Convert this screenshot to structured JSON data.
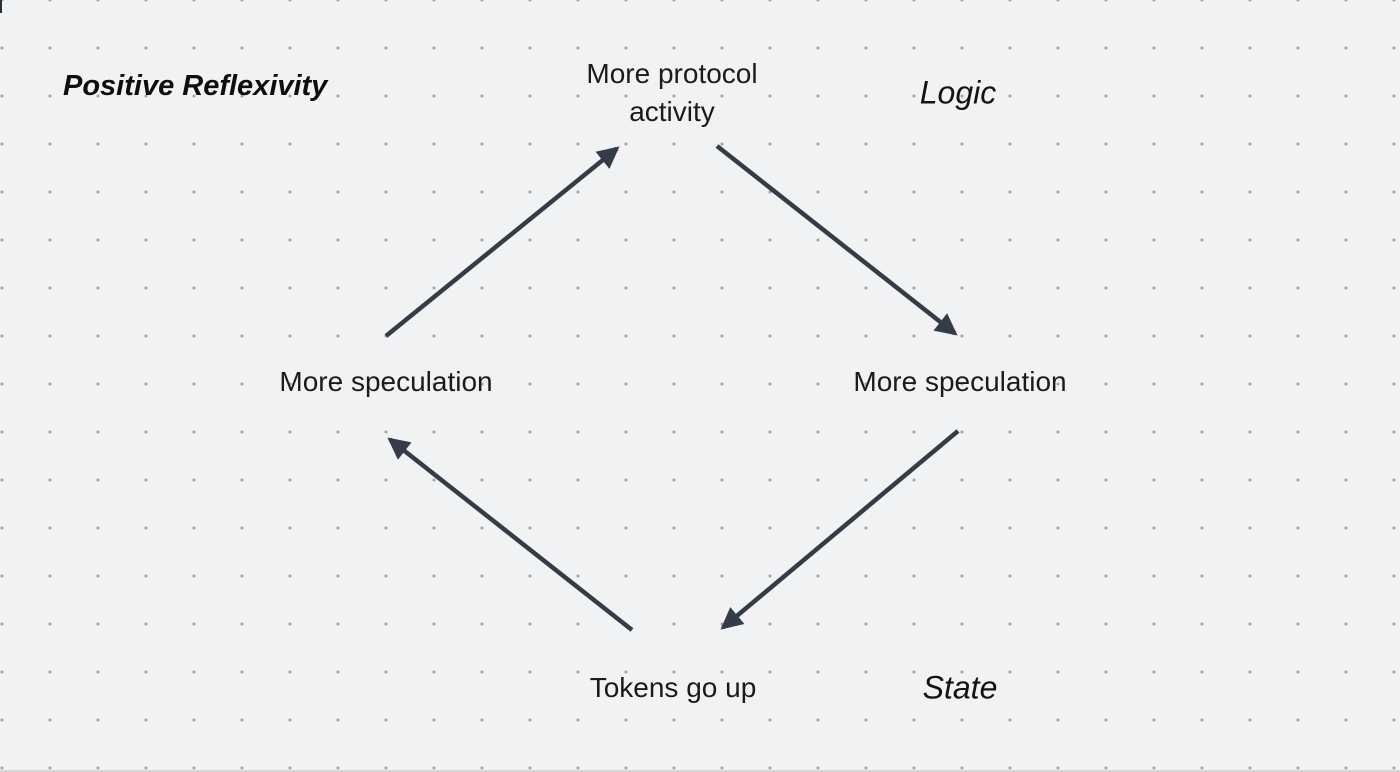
{
  "diagram": {
    "title": "Positive Reflexivity",
    "nodes": [
      {
        "id": "more-protocol-activity",
        "label": "More protocol activity",
        "position": "top"
      },
      {
        "id": "more-speculation-right",
        "label": "More speculation",
        "position": "right"
      },
      {
        "id": "tokens-go-up",
        "label": "Tokens go up",
        "position": "bottom"
      },
      {
        "id": "more-speculation-left",
        "label": "More speculation",
        "position": "left"
      }
    ],
    "edges": [
      {
        "from": "more-speculation-left",
        "to": "more-protocol-activity",
        "direction": "up-right"
      },
      {
        "from": "more-protocol-activity",
        "to": "more-speculation-right",
        "direction": "down-right"
      },
      {
        "from": "more-speculation-right",
        "to": "tokens-go-up",
        "direction": "down-left"
      },
      {
        "from": "tokens-go-up",
        "to": "more-speculation-left",
        "direction": "up-left"
      }
    ],
    "annotations": [
      {
        "id": "logic",
        "label": "Logic"
      },
      {
        "id": "state",
        "label": "State"
      }
    ],
    "colors": {
      "background": "#f1f2f4",
      "grid_dot": "#a3a7ad",
      "arrow": "#343c47",
      "text": "#161616"
    }
  }
}
